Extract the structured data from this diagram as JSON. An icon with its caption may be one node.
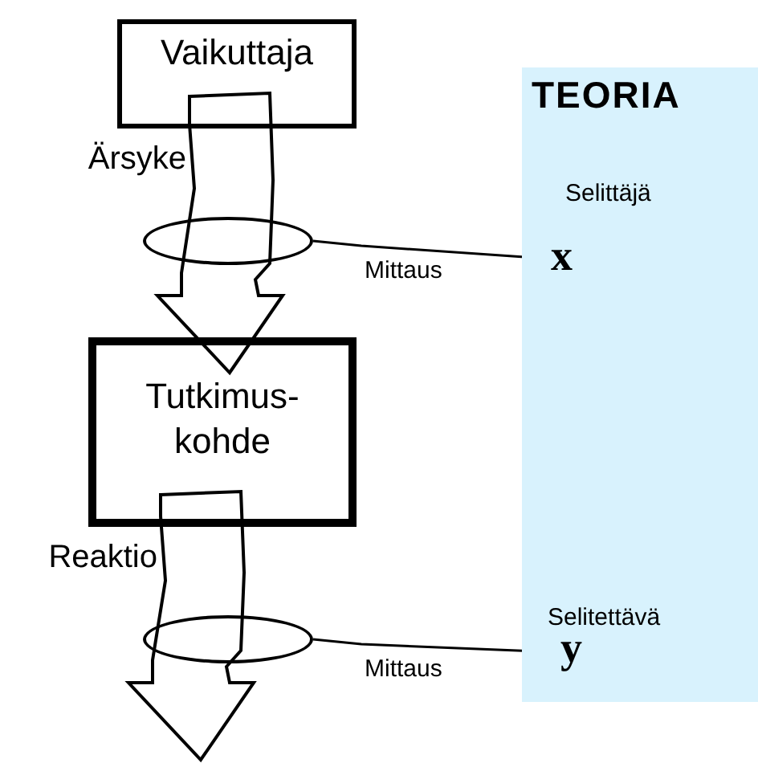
{
  "diagram": {
    "nodes": [
      {
        "text": [
          "Vaikuttaja"
        ]
      },
      {
        "text": [
          "TEORIA"
        ]
      },
      {
        "text": [],
        "shape": "ellipse"
      },
      {
        "text": [
          "x"
        ],
        "in": 1,
        "beside": [
          "Selittäjä"
        ]
      },
      {
        "text": [
          "Tutkimus-kohde"
        ]
      },
      {
        "text": [],
        "shape": "ellipse"
      },
      {
        "text": [
          "y"
        ],
        "in": 1,
        "beside": [
          "Selitettävä"
        ]
      }
    ],
    "edges": [
      {
        "from": 0,
        "to": 4,
        "arrow": "to",
        "label": "Ärsyke",
        "style": "thick"
      },
      {
        "from": 2,
        "to": 3,
        "arrow": "to",
        "label": "Mittaus"
      },
      {
        "from": 4,
        "to": null,
        "arrow": "to",
        "label": "Reaktio",
        "style": "thick"
      },
      {
        "from": 5,
        "to": 6,
        "arrow": "to",
        "label": "Mittaus"
      }
    ]
  }
}
